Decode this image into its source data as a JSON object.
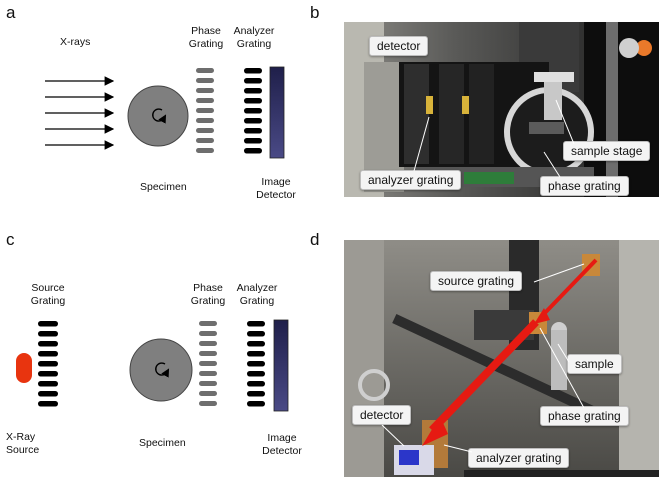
{
  "panels": {
    "a": {
      "letter": "a",
      "xrays": "X-rays",
      "phase_grating": [
        "Phase",
        "Grating"
      ],
      "analyzer_grating": [
        "Analyzer",
        "Grating"
      ],
      "specimen": "Specimen",
      "image_detector": [
        "Image",
        "Detector"
      ]
    },
    "b": {
      "letter": "b",
      "callouts": {
        "detector": "detector",
        "analyzer": "analyzer grating",
        "sample_stage": "sample stage",
        "phase": "phase grating"
      }
    },
    "c": {
      "letter": "c",
      "source_grating": [
        "Source",
        "Grating"
      ],
      "phase_grating": [
        "Phase",
        "Grating"
      ],
      "analyzer_grating": [
        "Analyzer",
        "Grating"
      ],
      "xray_source": [
        "X-Ray",
        "Source"
      ],
      "specimen": "Specimen",
      "image_detector": [
        "Image",
        "Detector"
      ]
    },
    "d": {
      "letter": "d",
      "callouts": {
        "source": "source grating",
        "sample": "sample",
        "detector": "detector",
        "phase": "phase grating",
        "analyzer": "analyzer grating"
      }
    }
  },
  "colors": {
    "grating_black": "#000000",
    "grating_gray": "#6e6e6e",
    "specimen_fill": "#7f7f7f",
    "detector_fill": "#3b3a6a",
    "source_red": "#e8340f",
    "beam_arrow_red": "#e61a12"
  },
  "icons": {
    "rotation": "rotation-arrow-icon"
  }
}
